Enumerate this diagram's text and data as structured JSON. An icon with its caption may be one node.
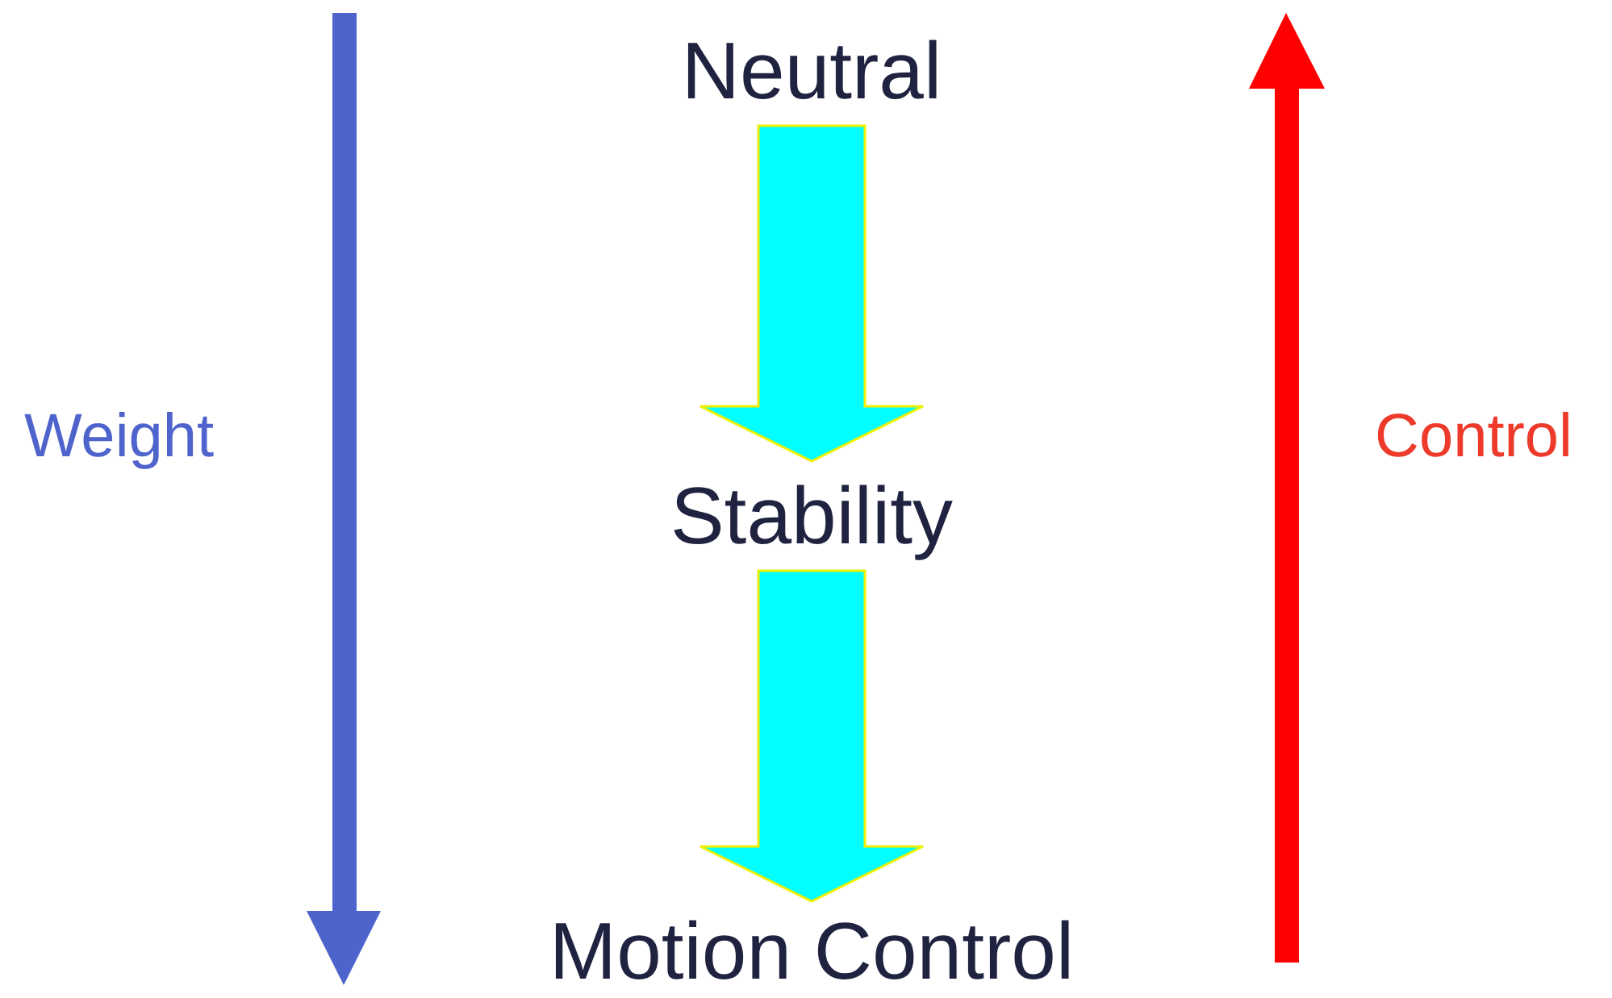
{
  "diagram": {
    "nodes": [
      {
        "text": [
          "Neutral"
        ]
      },
      {
        "text": [
          "Stability"
        ]
      },
      {
        "text": [
          "Motion Control"
        ]
      }
    ],
    "edges": [
      {
        "from": 0,
        "to": 1,
        "arrow": "to",
        "style": "thick",
        "color": "#00ffff"
      },
      {
        "from": 1,
        "to": 2,
        "arrow": "to",
        "style": "thick",
        "color": "#00ffff"
      }
    ],
    "labels": [
      "Weight",
      "Control"
    ]
  }
}
